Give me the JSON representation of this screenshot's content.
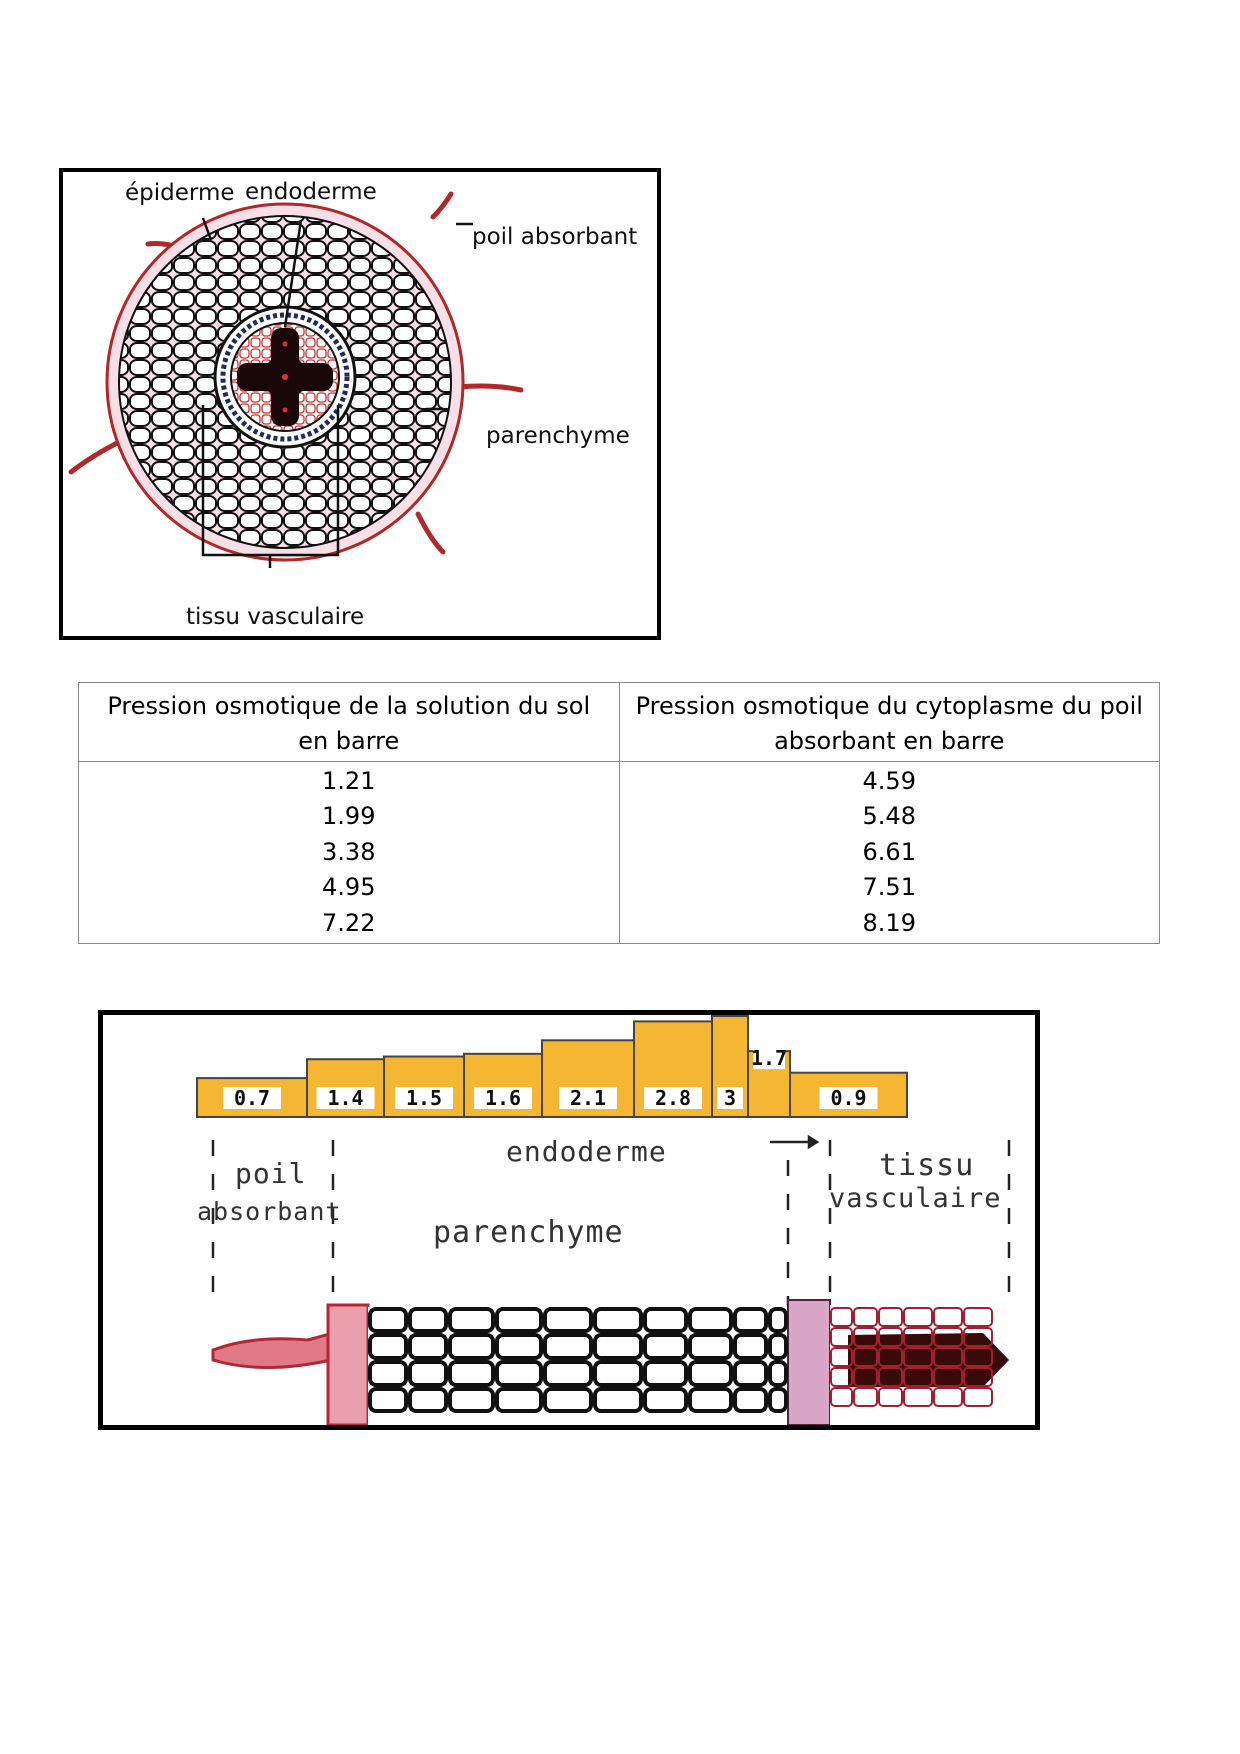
{
  "figure1": {
    "labels": {
      "epiderme": "épiderme",
      "endoderme": "endoderme",
      "poil_absorbant": "poil absorbant",
      "parenchyme": "parenchyme",
      "tissu_vasculaire": "tissu vasculaire"
    }
  },
  "table": {
    "headers": [
      "Pression osmotique de la solution du sol en barre",
      "Pression osmotique du cytoplasme  du poil absorbant en barre"
    ],
    "rows": [
      [
        "1.21",
        "4.59"
      ],
      [
        "1.99",
        "5.48"
      ],
      [
        "3.38",
        "6.61"
      ],
      [
        "4.95",
        "7.51"
      ],
      [
        "7.22",
        "8.19"
      ]
    ]
  },
  "figure2": {
    "bar_color": "#f5b634",
    "bars": [
      {
        "label": "0.7",
        "value": 0.7
      },
      {
        "label": "1.4",
        "value": 1.4
      },
      {
        "label": "1.5",
        "value": 1.5
      },
      {
        "label": "1.6",
        "value": 1.6
      },
      {
        "label": "2.1",
        "value": 2.1
      },
      {
        "label": "2.8",
        "value": 2.8
      },
      {
        "label": "3",
        "value": 3
      },
      {
        "label": "1.7",
        "value": 1.7
      },
      {
        "label": "0.9",
        "value": 0.9
      }
    ],
    "labels": {
      "poil": "poil",
      "absorbant": "absorbant",
      "endoderme": "endoderme",
      "parenchyme": "parenchyme",
      "tissu": "tissu",
      "vasculaire": "vasculaire"
    }
  }
}
